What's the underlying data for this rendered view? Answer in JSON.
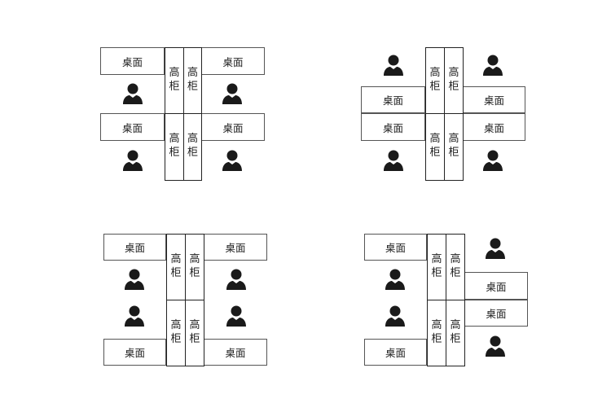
{
  "labels": {
    "desk": "桌面",
    "cabinet": "高柜"
  },
  "layouts": [
    {
      "name": "layout-1",
      "desks": 4,
      "cabinets": 4,
      "people": 4
    },
    {
      "name": "layout-2",
      "desks": 4,
      "cabinets": 4,
      "people": 4
    },
    {
      "name": "layout-3",
      "desks": 4,
      "cabinets": 4,
      "people": 4
    },
    {
      "name": "layout-4",
      "desks": 4,
      "cabinets": 4,
      "people": 4
    }
  ]
}
